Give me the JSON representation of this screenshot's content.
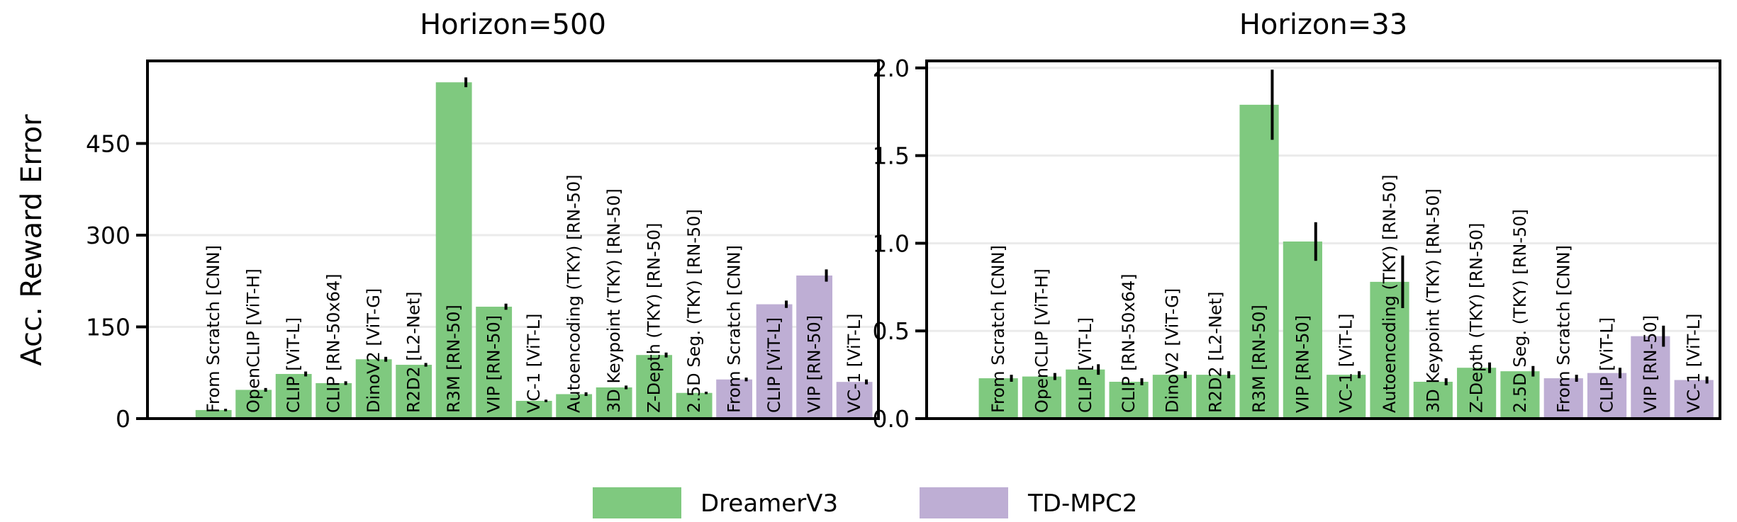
{
  "colors": {
    "DreamerV3": "#7fc97f",
    "TD-MPC2": "#beaed4",
    "grid": "#ebebeb",
    "axis": "#000000"
  },
  "ylabel": "Acc. Reward Error",
  "legend": {
    "placement": "bottom-center",
    "entries": [
      {
        "name": "DreamerV3",
        "color": "#7fc97f"
      },
      {
        "name": "TD-MPC2",
        "color": "#beaed4"
      }
    ]
  },
  "chart_data": [
    {
      "type": "bar",
      "title": "Horizon=500",
      "ylabel": "Acc. Reward Error",
      "ylim": [
        0,
        585
      ],
      "yticks": [
        0,
        150,
        300,
        450
      ],
      "ytick_labels": [
        "0",
        "150",
        "300",
        "450"
      ],
      "grid": true,
      "categories": [
        "From Scratch [CNN]",
        "OpenCLIP [ViT-H]",
        "CLIP [ViT-L]",
        "CLIP [RN-50x64]",
        "DinoV2 [ViT-G]",
        "R2D2 [L2-Net]",
        "R3M [RN-50]",
        "VIP [RN-50]",
        "VC-1 [ViT-L]",
        "Autoencoding (TKY) [RN-50]",
        "3D Keypoint (TKY) [RN-50]",
        "Z-Depth (TKY) [RN-50]",
        "2.5D Seg. (TKY) [RN-50]",
        "From Scratch [CNN]",
        "CLIP [ViT-L]",
        "VIP [RN-50]",
        "VC-1 [ViT-L]"
      ],
      "series_of_bar": [
        "DreamerV3",
        "DreamerV3",
        "DreamerV3",
        "DreamerV3",
        "DreamerV3",
        "DreamerV3",
        "DreamerV3",
        "DreamerV3",
        "DreamerV3",
        "DreamerV3",
        "DreamerV3",
        "DreamerV3",
        "DreamerV3",
        "TD-MPC2",
        "TD-MPC2",
        "TD-MPC2",
        "TD-MPC2"
      ],
      "values": [
        14,
        47,
        73,
        58,
        97,
        88,
        550,
        183,
        29,
        40,
        51,
        104,
        42,
        64,
        187,
        234,
        60
      ],
      "errors": [
        2,
        3,
        4,
        3,
        4,
        3,
        8,
        5,
        2,
        3,
        3,
        4,
        2,
        3,
        6,
        10,
        4
      ]
    },
    {
      "type": "bar",
      "title": "Horizon=33",
      "ylabel": "",
      "ylim": [
        0,
        2.04
      ],
      "yticks": [
        0,
        0.5,
        1.0,
        1.5,
        2.0
      ],
      "ytick_labels": [
        "0.0",
        "0.5",
        "1.0",
        "1.5",
        "2.0"
      ],
      "grid": true,
      "categories": [
        "From Scratch [CNN]",
        "OpenCLIP [ViT-H]",
        "CLIP [ViT-L]",
        "CLIP [RN-50x64]",
        "DinoV2 [ViT-G]",
        "R2D2 [L2-Net]",
        "R3M [RN-50]",
        "VIP [RN-50]",
        "VC-1 [ViT-L]",
        "Autoencoding (TKY) [RN-50]",
        "3D Keypoint (TKY) [RN-50]",
        "Z-Depth (TKY) [RN-50]",
        "2.5D Seg. (TKY) [RN-50]",
        "From Scratch [CNN]",
        "CLIP [ViT-L]",
        "VIP [RN-50]",
        "VC-1 [ViT-L]"
      ],
      "series_of_bar": [
        "DreamerV3",
        "DreamerV3",
        "DreamerV3",
        "DreamerV3",
        "DreamerV3",
        "DreamerV3",
        "DreamerV3",
        "DreamerV3",
        "DreamerV3",
        "DreamerV3",
        "DreamerV3",
        "DreamerV3",
        "DreamerV3",
        "TD-MPC2",
        "TD-MPC2",
        "TD-MPC2",
        "TD-MPC2"
      ],
      "values": [
        0.23,
        0.24,
        0.28,
        0.21,
        0.25,
        0.25,
        1.79,
        1.01,
        0.25,
        0.78,
        0.21,
        0.29,
        0.27,
        0.23,
        0.26,
        0.47,
        0.22
      ],
      "errors": [
        0.02,
        0.02,
        0.03,
        0.02,
        0.02,
        0.02,
        0.2,
        0.11,
        0.02,
        0.15,
        0.02,
        0.03,
        0.03,
        0.02,
        0.03,
        0.06,
        0.02
      ]
    }
  ]
}
